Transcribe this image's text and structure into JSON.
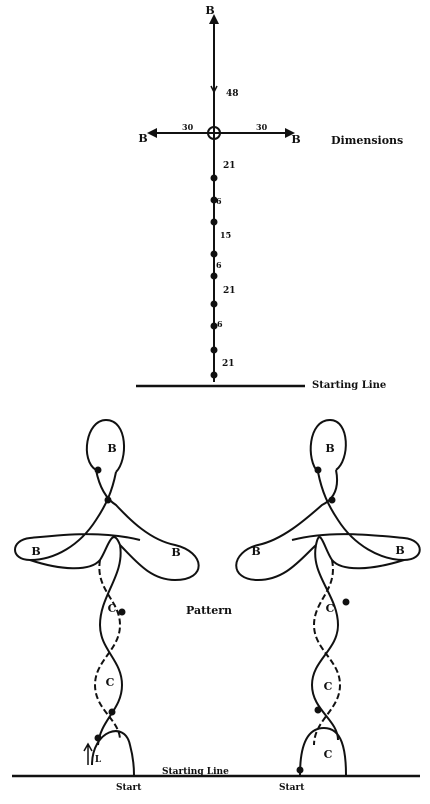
{
  "dimensions": {
    "title": "Dimensions",
    "start_line": "Starting Line",
    "arm_labels": {
      "top": "B",
      "left": "B",
      "right": "B"
    },
    "measures": {
      "top_arm": "48",
      "left_arm": "30",
      "right_arm": "30"
    },
    "stem_numbers": [
      "21",
      "6",
      "15",
      "6",
      "21",
      "6",
      "21"
    ]
  },
  "pattern": {
    "title": "Pattern",
    "start_line": "Starting Line",
    "start_left": "Start",
    "start_right": "Start",
    "left_figure": {
      "top_loop": "B",
      "left_loop": "B",
      "right_loop": "B",
      "upper_c": "C",
      "middle_c": "C",
      "bottom_mark": "L"
    },
    "right_figure": {
      "top_loop": "B",
      "left_loop": "B",
      "right_loop": "B",
      "upper_c": "C",
      "middle_c": "C",
      "bottom_c": "C"
    }
  }
}
